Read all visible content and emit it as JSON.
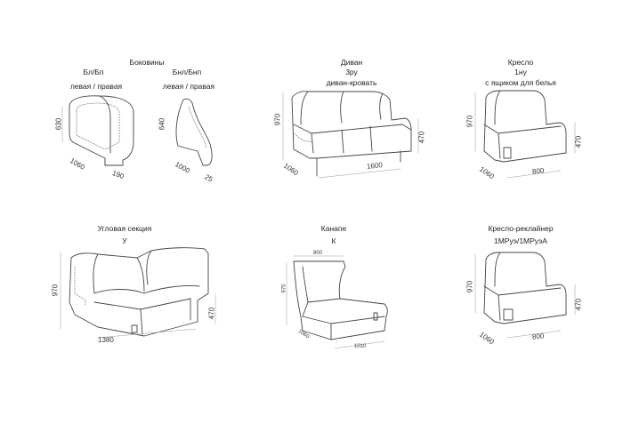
{
  "armrests": {
    "title": "Боковины",
    "left_code": "Бл/Бп",
    "left_side": "левая / правая",
    "right_code": "Бнл/Бнп",
    "right_side": "левая / правая",
    "dims_a": {
      "height": "630",
      "depth": "1060",
      "width": "190"
    },
    "dims_b": {
      "height": "640",
      "depth": "1000",
      "width": "25"
    }
  },
  "sofa": {
    "title": "Диван",
    "code": "3ру",
    "type": "диван-кровать",
    "dims": {
      "height": "970",
      "depth": "1060",
      "width": "1600",
      "seat": "470"
    }
  },
  "armchair": {
    "title": "Кресло",
    "code": "1ну",
    "note": "с ящиком для белья",
    "dims": {
      "height": "970",
      "depth": "1060",
      "width": "800",
      "seat": "470"
    }
  },
  "corner": {
    "title": "Угловая секция",
    "code": "У",
    "dims": {
      "height": "970",
      "width": "1380",
      "seat": "470"
    }
  },
  "ottoman": {
    "title": "Канапе",
    "code": "К",
    "dims": {
      "top": "800",
      "height": "970",
      "depth": "1060",
      "width": "1010"
    }
  },
  "recliner": {
    "title": "Кресло-реклайнер",
    "code": "1МРуэ/1МРуэА",
    "dims": {
      "height": "970",
      "depth": "1060",
      "width": "800",
      "seat": "470"
    }
  }
}
